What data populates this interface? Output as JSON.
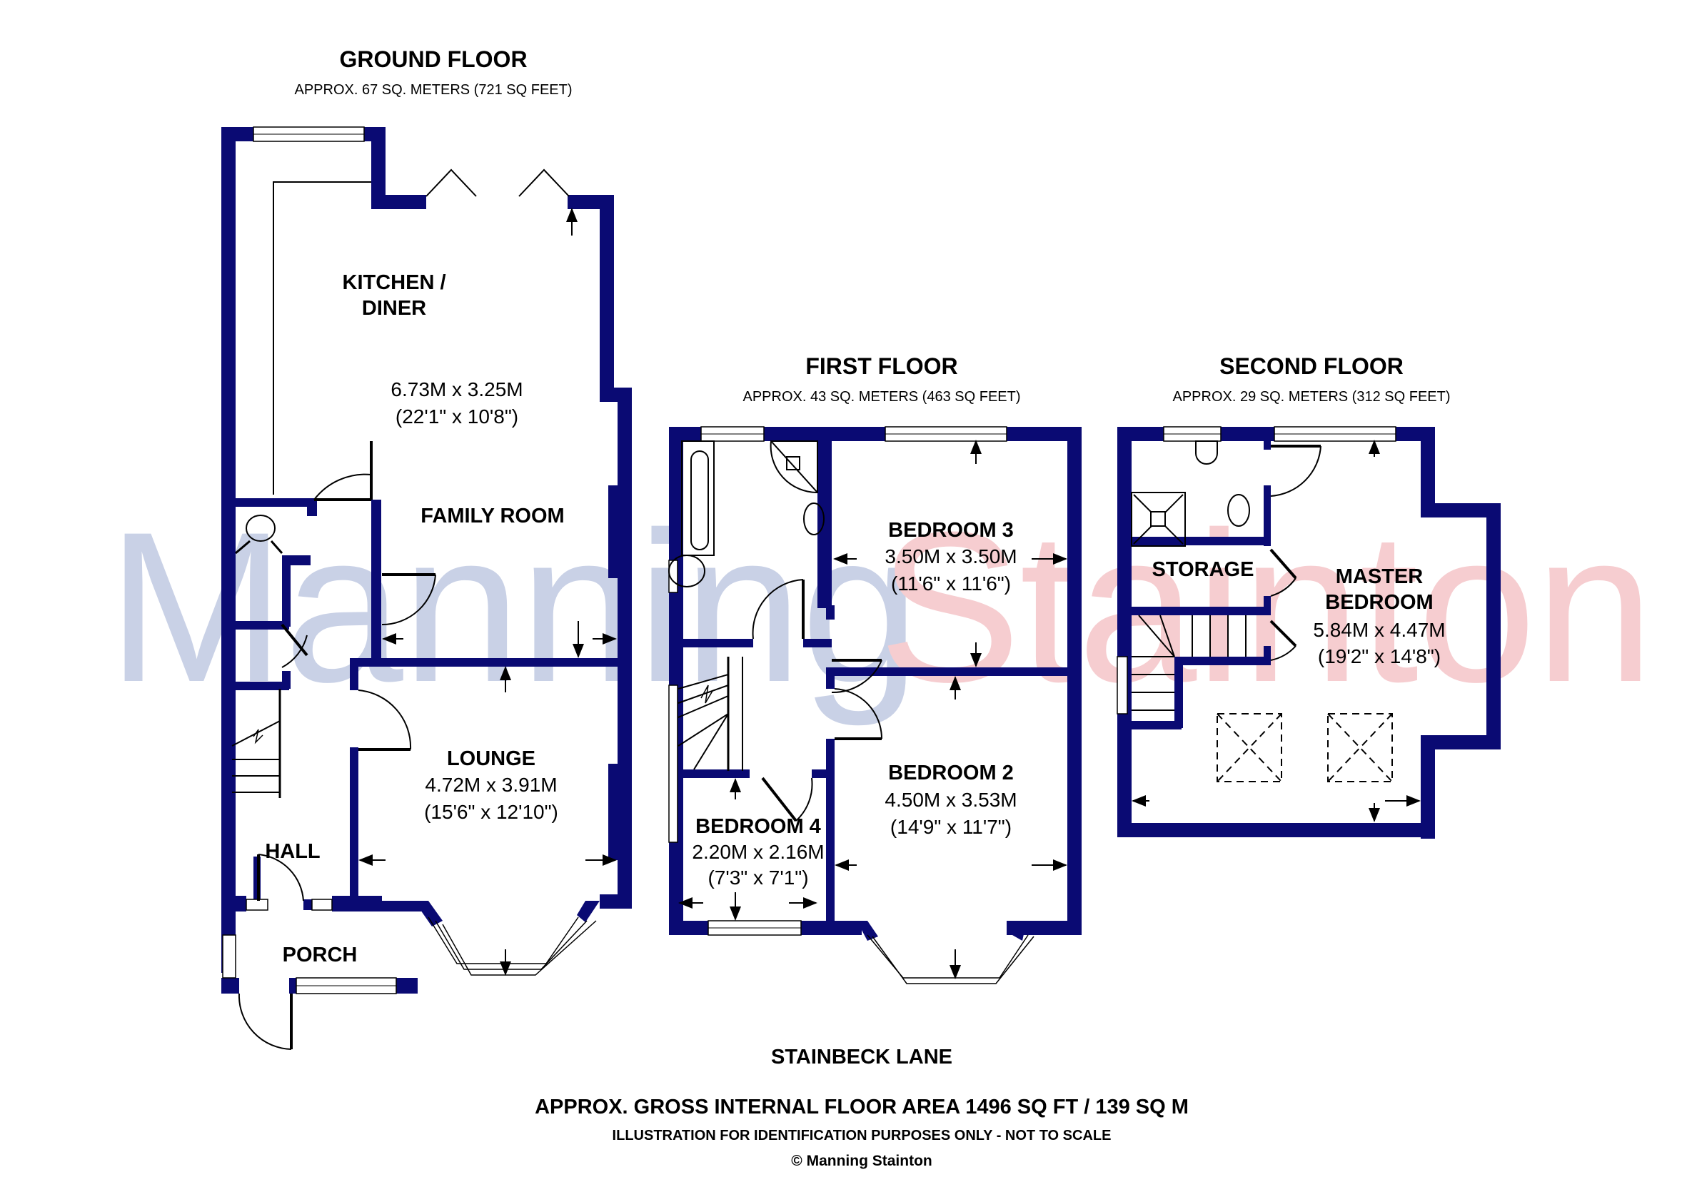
{
  "colors": {
    "wall": "#0a0a73",
    "watermark_left": "#c9d1e6",
    "watermark_right": "#f6cdd0",
    "text": "#000000",
    "background": "#ffffff"
  },
  "watermark": {
    "part1": "Manning",
    "part2": "Stainton"
  },
  "floors": [
    {
      "id": "ground",
      "title": "GROUND FLOOR",
      "area": "APPROX. 67 SQ. METERS (721 SQ FEET)",
      "rooms": [
        {
          "name_line1": "KITCHEN /",
          "name_line2": "DINER",
          "dims_m": "6.73M x 3.25M",
          "dims_ft": "(22'1\" x 10'8\")"
        },
        {
          "name_line1": "FAMILY ROOM"
        },
        {
          "name_line1": "LOUNGE",
          "dims_m": "4.72M x 3.91M",
          "dims_ft": "(15'6\" x 12'10\")"
        },
        {
          "name_line1": "HALL"
        },
        {
          "name_line1": "PORCH"
        }
      ]
    },
    {
      "id": "first",
      "title": "FIRST FLOOR",
      "area": "APPROX. 43 SQ. METERS (463 SQ FEET)",
      "rooms": [
        {
          "name_line1": "BEDROOM 3",
          "dims_m": "3.50M x 3.50M",
          "dims_ft": "(11'6\" x 11'6\")"
        },
        {
          "name_line1": "BEDROOM 2",
          "dims_m": "4.50M x 3.53M",
          "dims_ft": "(14'9\" x 11'7\")"
        },
        {
          "name_line1": "BEDROOM 4",
          "dims_m": "2.20M x 2.16M",
          "dims_ft": "(7'3\" x 7'1\")"
        }
      ]
    },
    {
      "id": "second",
      "title": "SECOND FLOOR",
      "area": "APPROX. 29 SQ. METERS (312 SQ FEET)",
      "rooms": [
        {
          "name_line1": "STORAGE"
        },
        {
          "name_line1": "MASTER",
          "name_line2": "BEDROOM",
          "dims_m": "5.84M x 4.47M",
          "dims_ft": "(19'2\" x 14'8\")"
        }
      ]
    }
  ],
  "footer": {
    "street": "STAINBECK LANE",
    "gross_area": "APPROX. GROSS INTERNAL FLOOR AREA 1496 SQ FT / 139 SQ M",
    "disclaimer": "ILLUSTRATION FOR IDENTIFICATION PURPOSES ONLY - NOT TO SCALE",
    "copyright": "© Manning Stainton"
  }
}
